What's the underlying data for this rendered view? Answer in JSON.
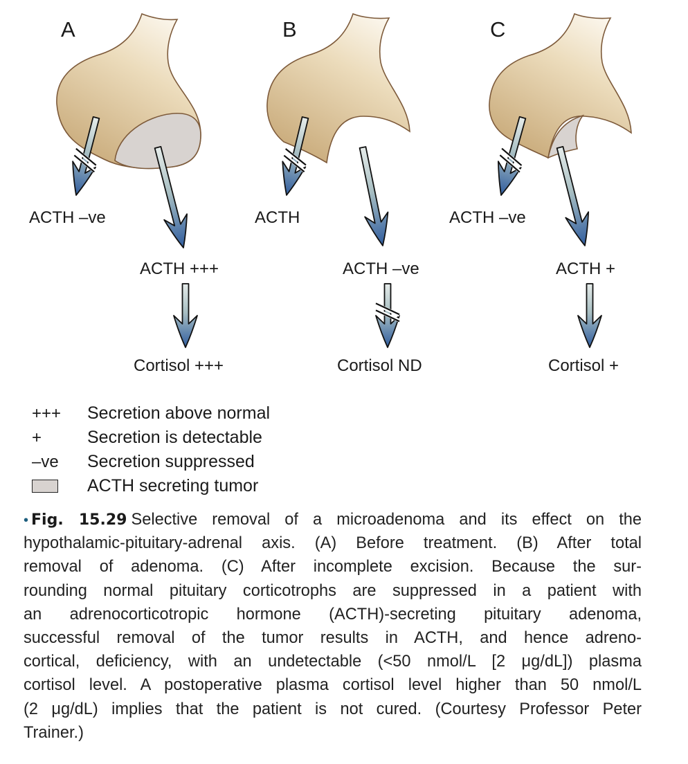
{
  "figure": {
    "panels": [
      {
        "id": "A",
        "letter": "A",
        "description": "Before treatment",
        "tumor": "full",
        "normal_output_label": "ACTH –ve",
        "normal_output_blocked": true,
        "tumor_output_label": "ACTH +++",
        "adrenal_arrow_blocked": false,
        "cortisol_label": "Cortisol +++"
      },
      {
        "id": "B",
        "letter": "B",
        "description": "After total removal of adenoma",
        "tumor": "none",
        "normal_output_label": "ACTH",
        "normal_output_blocked": true,
        "tumor_output_label": "ACTH –ve",
        "adrenal_arrow_blocked": true,
        "cortisol_label": "Cortisol ND"
      },
      {
        "id": "C",
        "letter": "C",
        "description": "After incomplete excision",
        "tumor": "partial",
        "normal_output_label": "ACTH –ve",
        "normal_output_blocked": true,
        "tumor_output_label": "ACTH +",
        "adrenal_arrow_blocked": false,
        "cortisol_label": "Cortisol +"
      }
    ],
    "colors": {
      "gland_light": "#f7efdf",
      "gland_dark": "#c9ab7c",
      "gland_outline": "#7d5a3a",
      "tumor_fill": "#d8d3d0",
      "arrow_top": "#dfe7e4",
      "arrow_bottom": "#2f5c9e",
      "arrow_outline": "#111111",
      "bullet": "#1d5e7e"
    }
  },
  "legend": {
    "items": [
      {
        "symbol": "+++",
        "text": "Secretion above normal"
      },
      {
        "symbol": "+",
        "text": "Secretion is detectable"
      },
      {
        "symbol": "–ve",
        "text": "Secretion suppressed"
      },
      {
        "symbol": "swatch",
        "text": "ACTH secreting tumor"
      }
    ]
  },
  "caption": {
    "bullet": "•",
    "figure_label": "Fig. 15.29",
    "lines": [
      "Selective removal of a microadenoma and its effect on the",
      "hypothalamic-pituitary-adrenal axis. (A) Before treatment. (B) After total",
      "removal of adenoma. (C) After incomplete excision. Because the sur-",
      "rounding normal pituitary corticotrophs are suppressed in a patient with",
      "an adrenocorticotropic hormone (ACTH)-secreting pituitary adenoma,",
      "successful removal of the tumor results in ACTH, and hence adreno-",
      "cortical, deficiency, with an undetectable (<50 nmol/L [2 μg/dL]) plasma",
      "cortisol level. A postoperative plasma cortisol level higher than 50 nmol/L",
      "(2 μg/dL) implies that the patient is not cured. (Courtesy Professor Peter",
      "Trainer.)"
    ]
  }
}
